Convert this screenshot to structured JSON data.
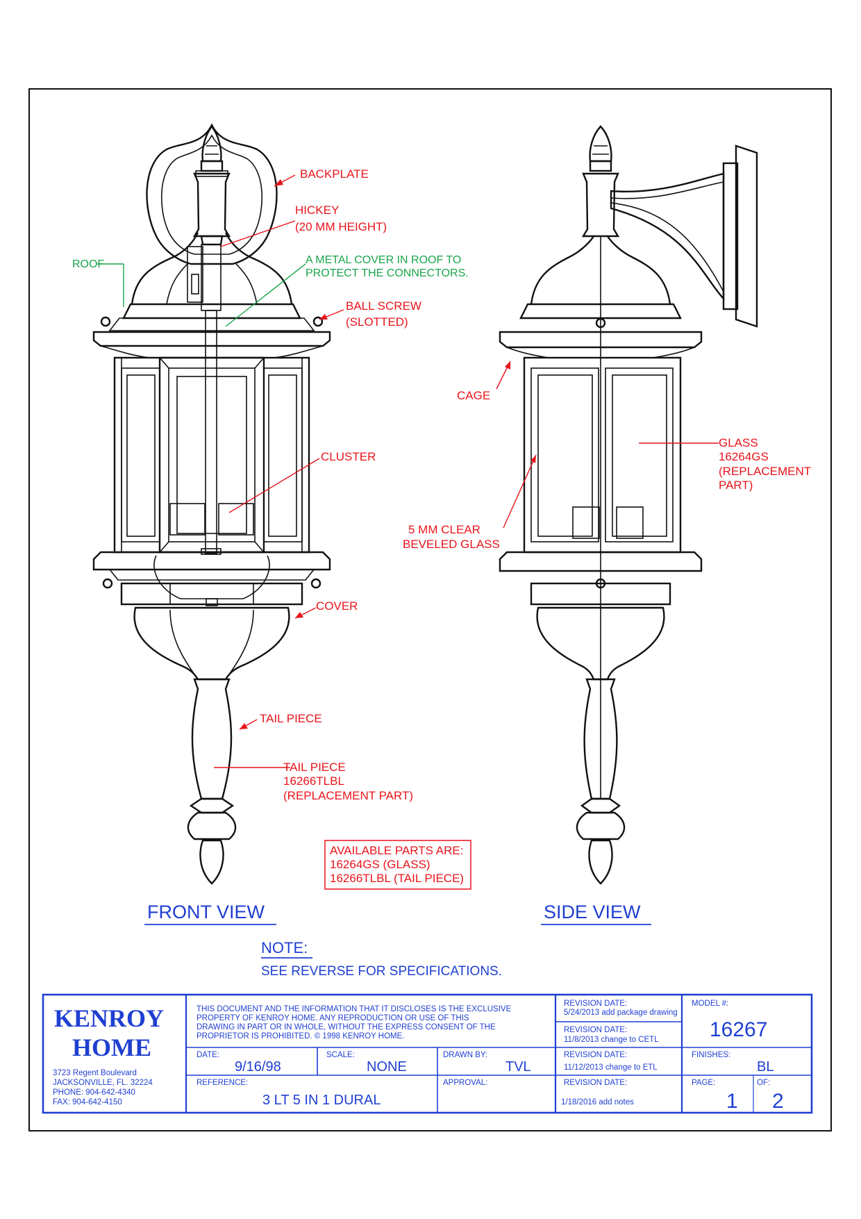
{
  "front_view": {
    "title": "FRONT VIEW",
    "callouts": {
      "backplate": "BACKPLATE",
      "hickey": "HICKEY",
      "hickey_height": "(20 MM HEIGHT)",
      "roof": "ROOF",
      "metal_cover_1": "A METAL COVER IN ROOF TO",
      "metal_cover_2": "PROTECT THE CONNECTORS.",
      "ball_screw": "BALL SCREW",
      "ball_screw_note": "(SLOTTED)",
      "cluster": "CLUSTER",
      "cover": "COVER",
      "tail_piece": "TAIL PIECE",
      "tail_piece_2": "TAIL PIECE",
      "tail_piece_part": "16266TLBL",
      "tail_piece_replacement": "(REPLACEMENT PART)"
    }
  },
  "side_view": {
    "title": "SIDE VIEW",
    "callouts": {
      "cage": "CAGE",
      "glass": "GLASS",
      "glass_part": "16264GS",
      "glass_replacement_1": "(REPLACEMENT",
      "glass_replacement_2": "PART)",
      "beveled_1": "5 MM CLEAR",
      "beveled_2": "BEVELED GLASS"
    }
  },
  "parts_box": {
    "line1": "AVAILABLE PARTS ARE:",
    "line2": "16264GS (GLASS)",
    "line3": "16266TLBL (TAIL PIECE)"
  },
  "note": {
    "heading": "NOTE:",
    "text": "SEE REVERSE FOR SPECIFICATIONS."
  },
  "title_block": {
    "company_line1": "KENROY",
    "company_line2": "HOME",
    "address1": "3723 Regent Boulevard",
    "address2": "JACKSONVILLE, FL. 32224",
    "phone": "PHONE: 904-642-4340",
    "fax": "FAX: 904-642-4150",
    "disclaimer": [
      "THIS DOCUMENT AND THE INFORMATION THAT IT DISCLOSES IS THE EXCLUSIVE",
      "PROPERTY OF KENROY HOME. ANY REPRODUCTION OR USE OF THIS",
      "DRAWING IN PART OR IN WHOLE, WITHOUT THE EXPRESS CONSENT OF THE",
      "PROPRIETOR IS PROHIBITED. © 1998 KENROY HOME."
    ],
    "date_label": "DATE:",
    "date_value": "9/16/98",
    "scale_label": "SCALE:",
    "scale_value": "NONE",
    "drawn_label": "DRAWN BY:",
    "drawn_value": "TVL",
    "reference_label": "REFERENCE:",
    "reference_value": "3 LT 5 IN 1 DURAL",
    "approval_label": "APPROVAL:",
    "revisions": [
      {
        "label": "REVISION DATE:",
        "value": "5/24/2013 add package drawing"
      },
      {
        "label": "REVISION DATE:",
        "value": "11/8/2013 change to CETL"
      },
      {
        "label": "REVISION DATE:",
        "value": "11/12/2013 change to ETL"
      },
      {
        "label": "REVISION DATE:",
        "value": "1/18/2016 add notes"
      }
    ],
    "model_label": "MODEL #:",
    "model_value": "16267",
    "finishes_label": "FINISHES:",
    "finishes_value": "BL",
    "page_label": "PAGE:",
    "page_value": "1",
    "of_label": "OF:",
    "of_value": "2"
  }
}
